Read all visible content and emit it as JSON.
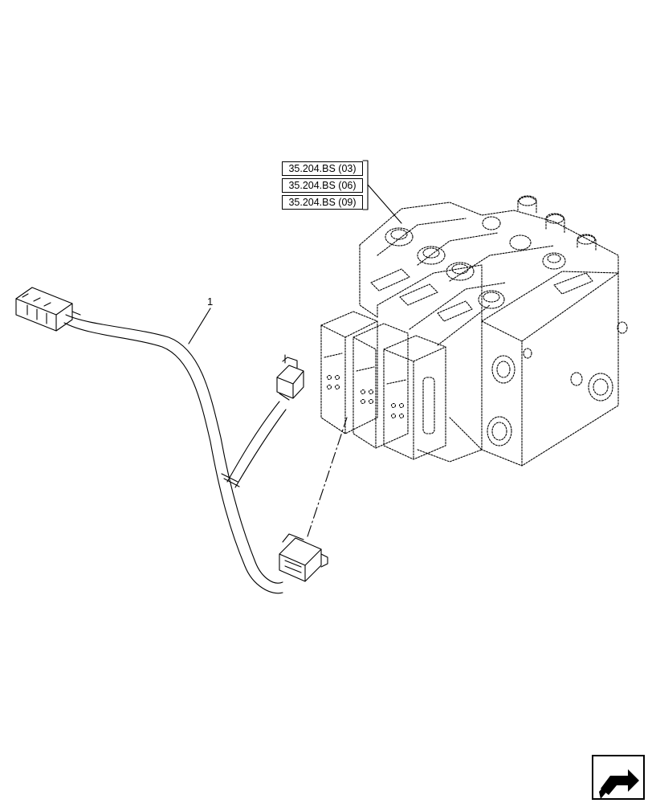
{
  "references": [
    {
      "label": "35.204.BS (03)"
    },
    {
      "label": "35.204.BS (06)"
    },
    {
      "label": "35.204.BS (09)"
    }
  ],
  "callouts": {
    "harness": "1"
  },
  "navigation": {
    "icon": "next-page-arrow-icon"
  }
}
